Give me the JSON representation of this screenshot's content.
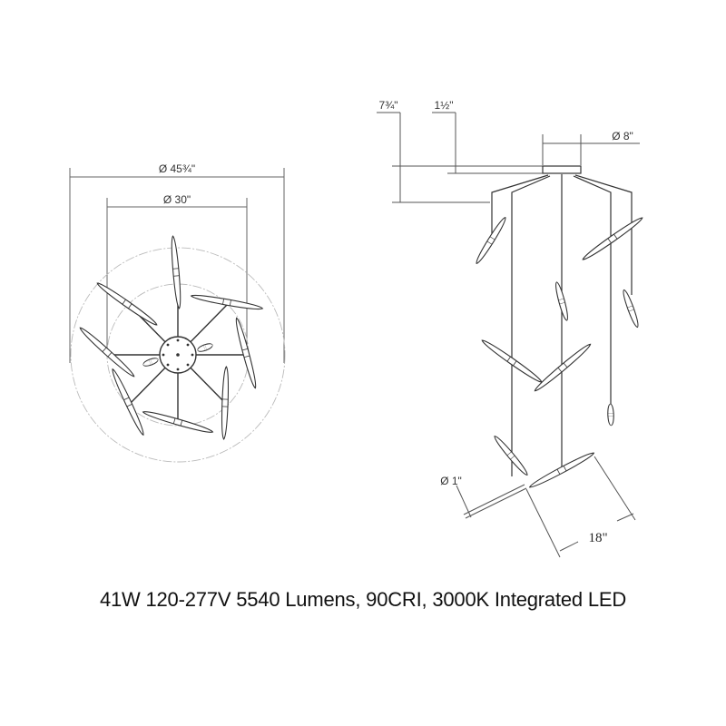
{
  "top_view": {
    "outer_diameter_label": "Ø 45¾\"",
    "inner_diameter_label": "Ø 30\""
  },
  "side_view": {
    "overall_height_label": "7¾\"",
    "canopy_height_label": "1½\"",
    "canopy_diameter_label": "Ø 8\"",
    "rod_diameter_label": "Ø 1\"",
    "rod_length_label": "18\""
  },
  "caption": "41W 120-277V 5540 Lumens, 90CRI, 3000K Integrated LED",
  "colors": {
    "line": "#333333",
    "dim_line": "#555555",
    "guide_circle": "#bbbbbb"
  }
}
